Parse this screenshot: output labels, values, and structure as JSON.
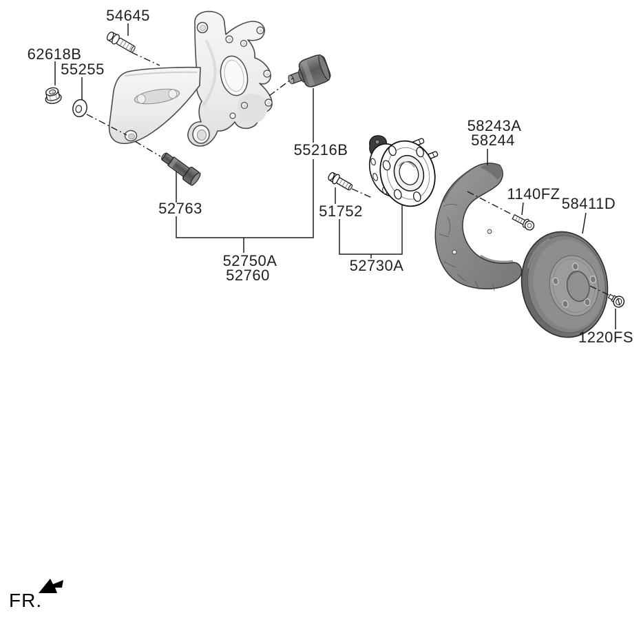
{
  "diagram": {
    "type": "exploded-parts-diagram",
    "direction_marker": {
      "text": "FR."
    },
    "labels": [
      {
        "text": "54645"
      },
      {
        "text": "62618B"
      },
      {
        "text": "55255"
      },
      {
        "text": "52763"
      },
      {
        "text": "52750A"
      },
      {
        "text": "52760"
      },
      {
        "text": "55216B"
      },
      {
        "text": "51752"
      },
      {
        "text": "52730A"
      },
      {
        "text": "58243A"
      },
      {
        "text": "58244"
      },
      {
        "text": "1140FZ"
      },
      {
        "text": "58411D"
      },
      {
        "text": "1220FS"
      }
    ],
    "colors": {
      "background": "#ffffff",
      "line": "#1c1c1c",
      "label_text": "#1f1f1f",
      "casting_fill": "#efefef",
      "shield_fill": "#8f8f8f",
      "disc_fill": "#7a7a7a",
      "bushing_fill": "#6e6e6e"
    }
  }
}
